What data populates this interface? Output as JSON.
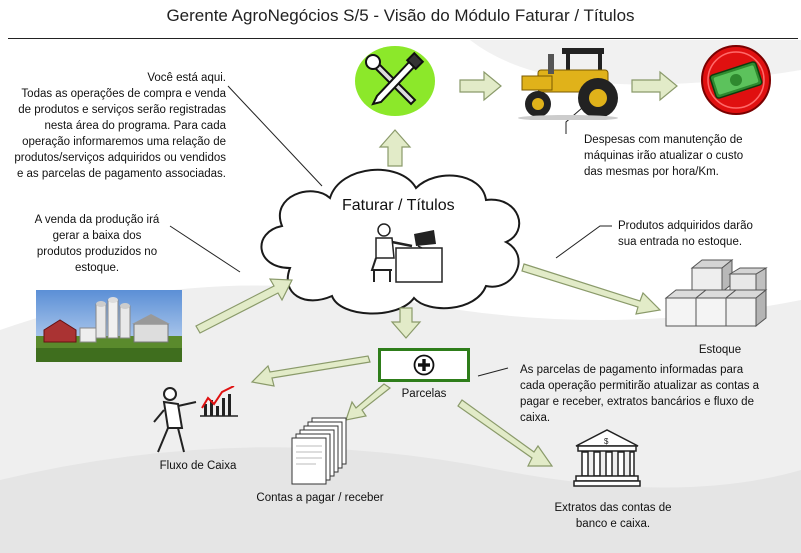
{
  "page": {
    "title": "Gerente AgroNegócios S/5 - Visão do Módulo Faturar / Títulos"
  },
  "colors": {
    "green_accent": "#8ce82a",
    "red_accent": "#e01010",
    "arrow_fill": "#e2ebc8",
    "arrow_stroke": "#8a9a6a",
    "parcelas_border": "#2e7d1a"
  },
  "center": {
    "label": "Faturar / Títulos"
  },
  "annotations": {
    "voce_esta_aqui": [
      "Você está aqui.",
      "Todas as operações de compra e venda",
      "de produtos e serviços serão registradas",
      "nesta área do programa. Para cada",
      "operação informaremos uma relação de",
      "produtos/serviços adquiridos ou vendidos",
      "e as parcelas de pagamento associadas."
    ],
    "venda_producao": [
      "A venda da produção irá",
      "gerar a baixa dos",
      "produtos produzidos no",
      "estoque."
    ],
    "despesas": [
      "Despesas com manutenção de",
      "máquinas irão atualizar o custo",
      "das mesmas por hora/Km."
    ],
    "produtos_adquiridos": [
      "Produtos adquiridos darão",
      "sua entrada no estoque."
    ],
    "parcelas_info": [
      "As parcelas de pagamento informadas para",
      "cada operação permitirão atualizar as contas a",
      "pagar e receber, extratos bancários e fluxo de",
      "caixa."
    ]
  },
  "nodes": {
    "estoque": "Estoque",
    "parcelas": "Parcelas",
    "fluxo_caixa": "Fluxo de Caixa",
    "contas": "Contas a pagar / receber",
    "extratos": [
      "Extratos das contas de",
      "banco e caixa."
    ]
  },
  "icons": {
    "tools": "wrench-screwdriver-icon",
    "tractor": "tractor-icon",
    "money": "money-icon",
    "worker": "person-at-desk-icon",
    "farm": "farm-silos-image",
    "boxes": "stacked-boxes-icon",
    "parcelas": "plus-icon",
    "fluxo": "person-chart-icon",
    "documents": "documents-stack-icon",
    "bank": "bank-icon"
  }
}
